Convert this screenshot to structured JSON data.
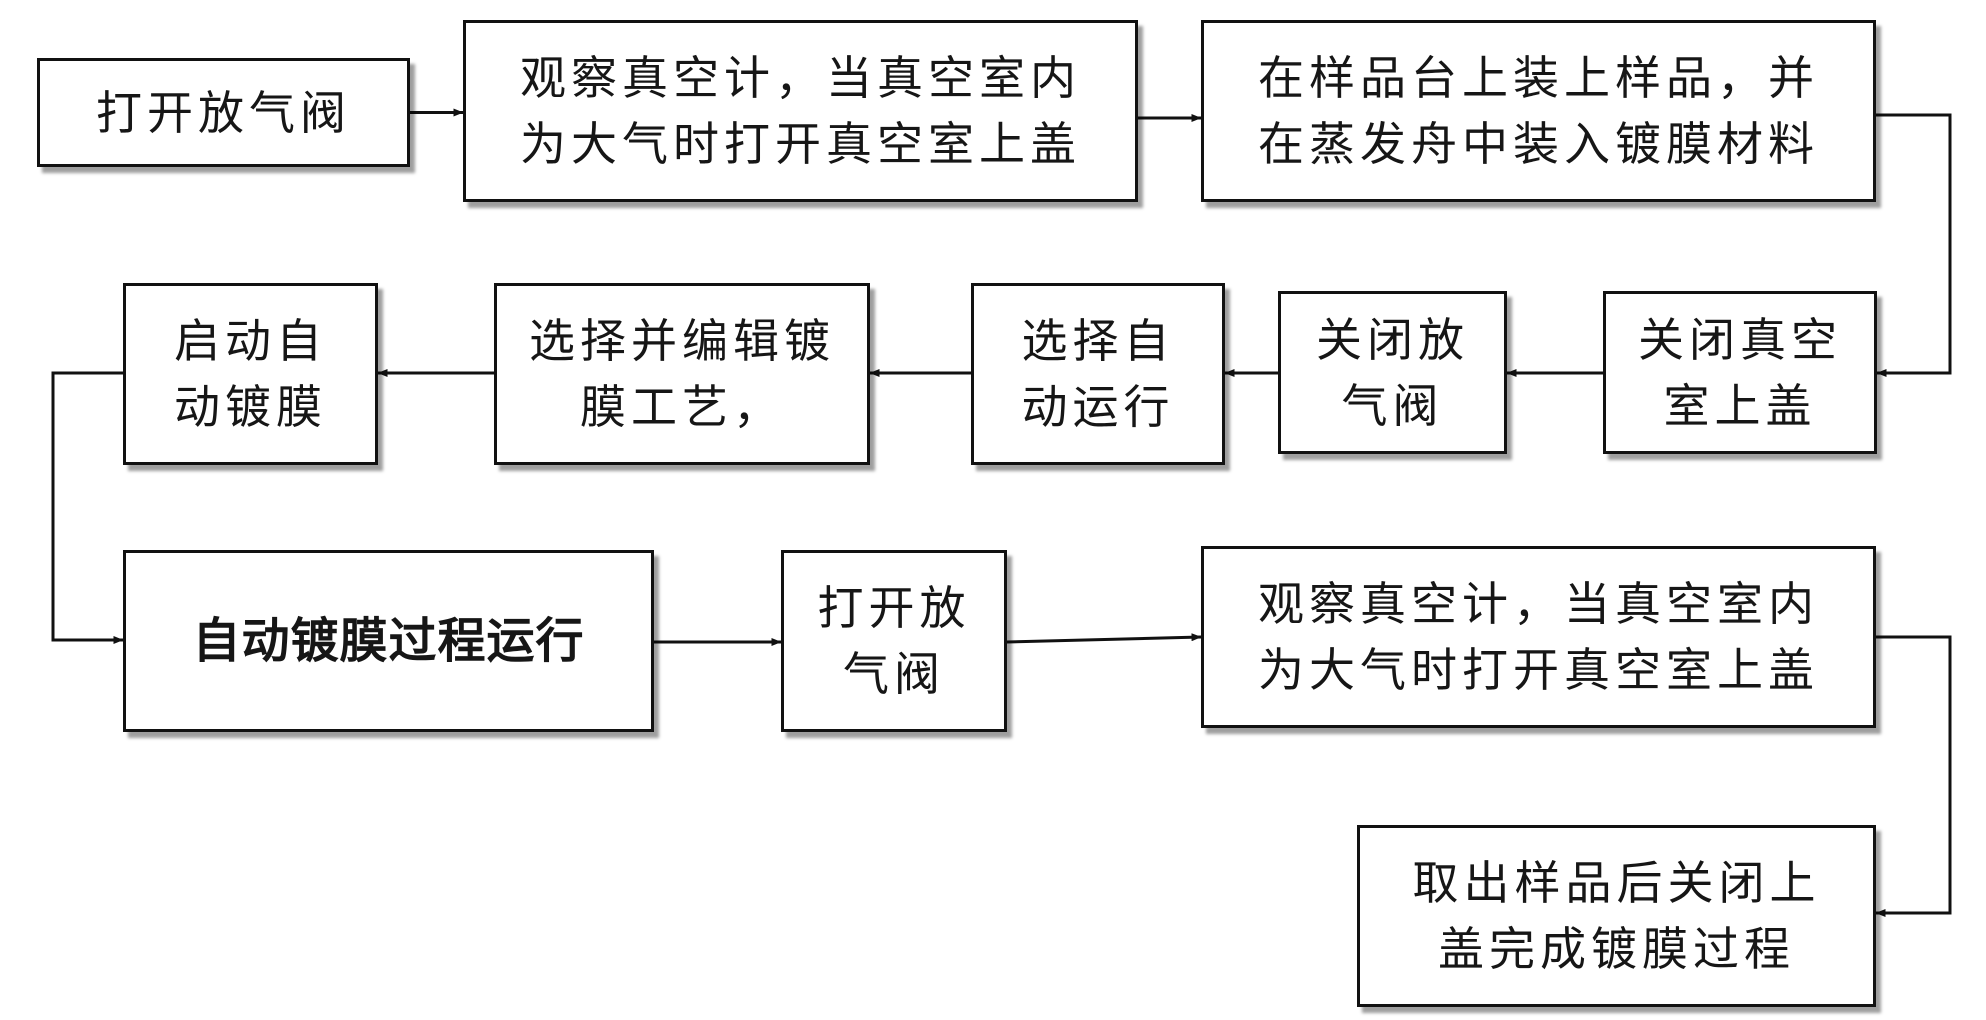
{
  "steps": [
    {
      "id": "s1",
      "text": "打开放气阀"
    },
    {
      "id": "s2",
      "text": "观察真空计，当真空室内\n为大气时打开真空室上盖"
    },
    {
      "id": "s3",
      "text": "在样品台上装上样品，并\n在蒸发舟中装入镀膜材料"
    },
    {
      "id": "s4",
      "text": "关闭真空\n室上盖"
    },
    {
      "id": "s5",
      "text": "关闭放\n气阀"
    },
    {
      "id": "s6",
      "text": "选择自\n动运行"
    },
    {
      "id": "s7",
      "text": "选择并编辑镀\n膜工艺，"
    },
    {
      "id": "s8",
      "text": "启动自\n动镀膜"
    },
    {
      "id": "s9",
      "text": "自动镀膜过程运行"
    },
    {
      "id": "s10",
      "text": "打开放\n气阀"
    },
    {
      "id": "s11",
      "text": "观察真空计，当真空室内\n为大气时打开真空室上盖"
    },
    {
      "id": "s12",
      "text": "取出样品后关闭上\n盖完成镀膜过程"
    }
  ],
  "connections": [
    [
      "s1",
      "s2"
    ],
    [
      "s2",
      "s3"
    ],
    [
      "s3",
      "s4"
    ],
    [
      "s4",
      "s5"
    ],
    [
      "s5",
      "s6"
    ],
    [
      "s6",
      "s7"
    ],
    [
      "s7",
      "s8"
    ],
    [
      "s8",
      "s9"
    ],
    [
      "s9",
      "s10"
    ],
    [
      "s10",
      "s11"
    ],
    [
      "s11",
      "s12"
    ]
  ]
}
